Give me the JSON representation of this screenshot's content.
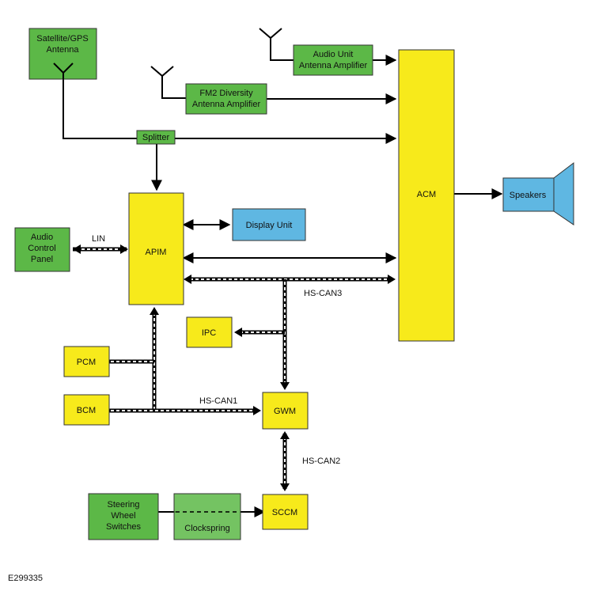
{
  "blocks": {
    "satellite_gps_antenna": [
      "Satellite/GPS",
      "Antenna"
    ],
    "audio_unit_antenna_amplifier": [
      "Audio Unit",
      "Antenna Amplifier"
    ],
    "fm2_diversity_antenna_amplifier": [
      "FM2 Diversity",
      "Antenna Amplifier"
    ],
    "splitter": "Splitter",
    "acm": "ACM",
    "speakers": "Speakers",
    "apim": "APIM",
    "display_unit": "Display Unit",
    "audio_control_panel": [
      "Audio",
      "Control",
      "Panel"
    ],
    "ipc": "IPC",
    "pcm": "PCM",
    "bcm": "BCM",
    "gwm": "GWM",
    "steering_wheel_switches": [
      "Steering",
      "Wheel",
      "Switches"
    ],
    "clockspring": "Clockspring",
    "sccm": "SCCM"
  },
  "buses": {
    "lin": "LIN",
    "hs_can3": "HS-CAN3",
    "hs_can1": "HS-CAN1",
    "hs_can2": "HS-CAN2"
  },
  "figure_id": "E299335",
  "colors": {
    "module_green": "#5cb847",
    "module_yellow": "#f7ea1b",
    "module_blue": "#5fb7e2"
  }
}
